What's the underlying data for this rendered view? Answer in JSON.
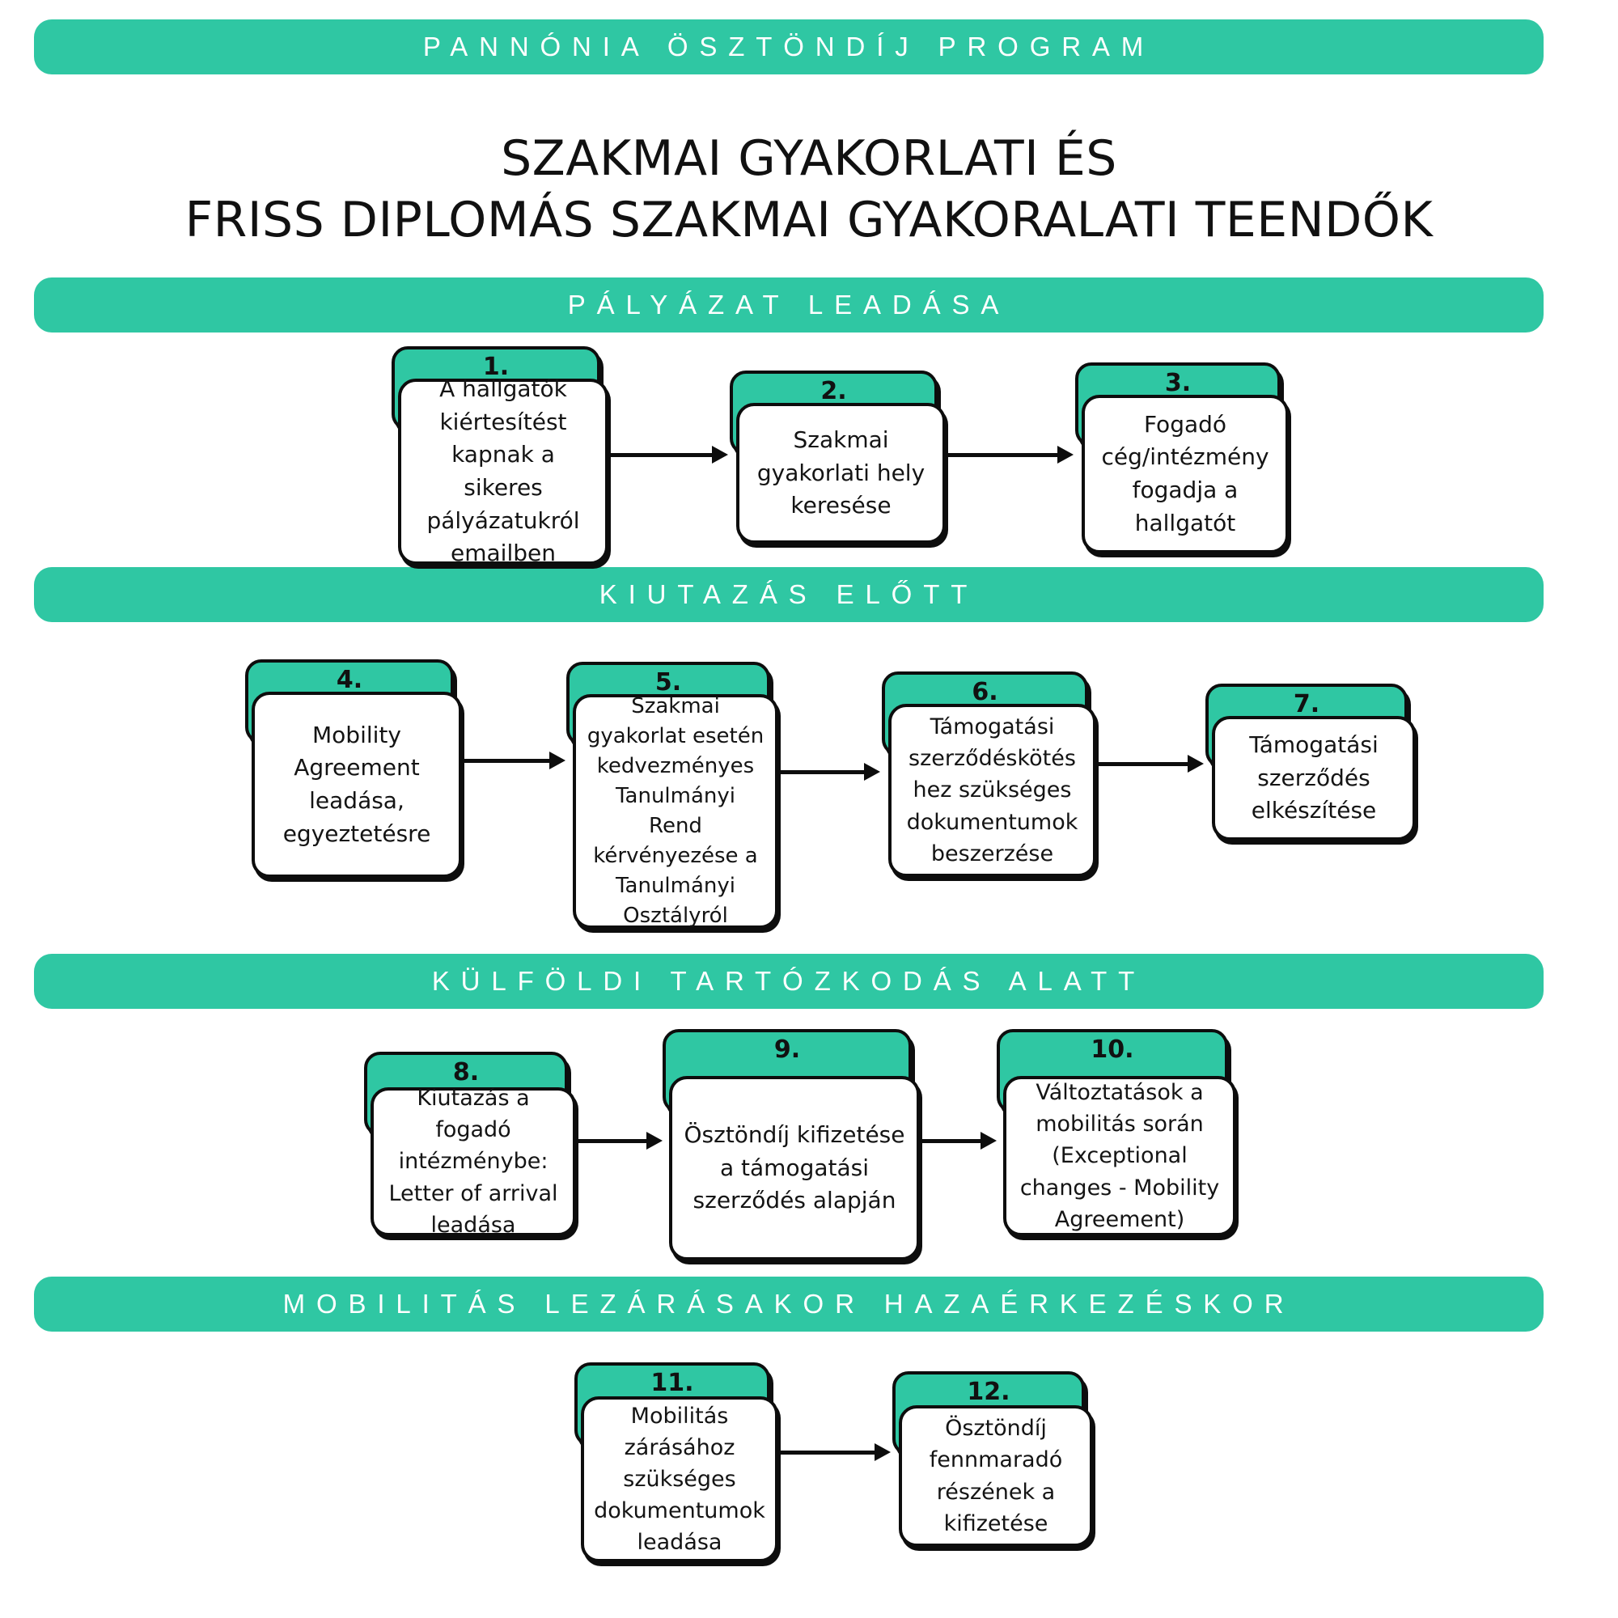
{
  "colors": {
    "accent": "#2fc7a3",
    "ink": "#0d0d0d",
    "bg": "#ffffff"
  },
  "header": {
    "program_banner": "PANNÓNIA ÖSZTÖNDÍJ PROGRAM"
  },
  "title": {
    "line1": "SZAKMAI GYAKORLATI ÉS",
    "line2": "FRISS DIPLOMÁS SZAKMAI GYAKORALATI TEENDŐK"
  },
  "sections": [
    {
      "banner": "PÁLYÁZAT LEADÁSA"
    },
    {
      "banner": "KIUTAZÁS ELŐTT"
    },
    {
      "banner": "KÜLFÖLDI TARTÓZKODÁS ALATT"
    },
    {
      "banner": "MOBILITÁS LEZÁRÁSAKOR HAZAÉRKEZÉSKOR"
    }
  ],
  "steps": [
    {
      "number": "1.",
      "text": "A hallgatók kiértesítést kapnak a sikeres pályázatukról emailben"
    },
    {
      "number": "2.",
      "text": "Szakmai gyakorlati hely keresése"
    },
    {
      "number": "3.",
      "text": "Fogadó cég/intézmény fogadja a hallgatót"
    },
    {
      "number": "4.",
      "text": "Mobility Agreement leadása, egyeztetésre"
    },
    {
      "number": "5.",
      "text": "Szakmai gyakorlat esetén kedvezményes Tanulmányi Rend kérvényezése a Tanulmányi Osztályról"
    },
    {
      "number": "6.",
      "text": "Támogatási szerződéskötés hez szükséges dokumentumok beszerzése"
    },
    {
      "number": "7.",
      "text": "Támogatási szerződés elkészítése"
    },
    {
      "number": "8.",
      "text": "Kiutazás a fogadó intézménybe: Letter of arrival leadása"
    },
    {
      "number": "9.",
      "text": "Ösztöndíj kifizetése a támogatási szerződés alapján"
    },
    {
      "number": "10.",
      "text": "Változtatások a mobilitás során (Exceptional changes - Mobility Agreement)"
    },
    {
      "number": "11.",
      "text": "Mobilitás zárásához szükséges dokumentumok leadása"
    },
    {
      "number": "12.",
      "text": "Ösztöndíj fennmaradó részének a kifizetése"
    }
  ]
}
